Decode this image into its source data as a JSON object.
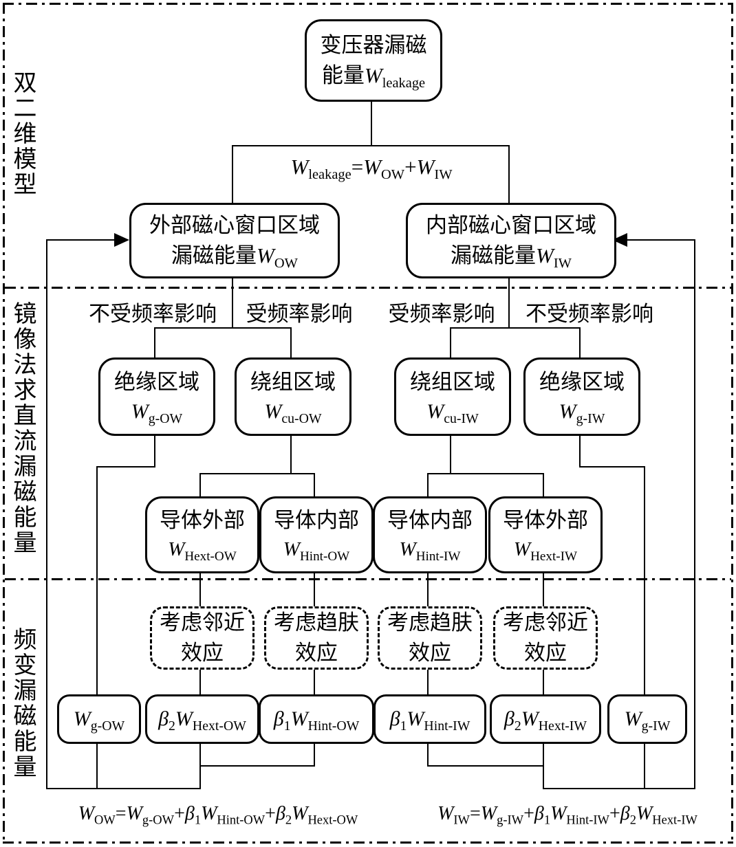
{
  "sections": {
    "model2d": "双二维模型",
    "mirror_dc": "镜像法求直流漏磁能量",
    "freq_var": "频变漏磁能量"
  },
  "nodes": {
    "leakage": {
      "line1": "变压器漏磁",
      "prefix2": "能量",
      "math": [
        [
          "i",
          "W"
        ],
        [
          "sub",
          "leakage"
        ]
      ]
    },
    "outer_window": {
      "line1": "外部磁心窗口区域",
      "prefix2": "漏磁能量",
      "math": [
        [
          "i",
          "W"
        ],
        [
          "sub",
          "OW"
        ]
      ]
    },
    "inner_window": {
      "line1": "内部磁心窗口区域",
      "prefix2": "漏磁能量",
      "math": [
        [
          "i",
          "W"
        ],
        [
          "sub",
          "IW"
        ]
      ]
    },
    "insulation_ow": {
      "line1": "绝缘区域",
      "math": [
        [
          "i",
          "W"
        ],
        [
          "sub",
          "g-OW"
        ]
      ]
    },
    "winding_ow": {
      "line1": "绕组区域",
      "math": [
        [
          "i",
          "W"
        ],
        [
          "sub",
          "cu-OW"
        ]
      ]
    },
    "winding_iw": {
      "line1": "绕组区域",
      "math": [
        [
          "i",
          "W"
        ],
        [
          "sub",
          "cu-IW"
        ]
      ]
    },
    "insulation_iw": {
      "line1": "绝缘区域",
      "math": [
        [
          "i",
          "W"
        ],
        [
          "sub",
          "g-IW"
        ]
      ]
    },
    "cond_ext_ow": {
      "line1": "导体外部",
      "math": [
        [
          "i",
          "W"
        ],
        [
          "sub",
          "Hext-OW"
        ]
      ]
    },
    "cond_int_ow": {
      "line1": "导体内部",
      "math": [
        [
          "i",
          "W"
        ],
        [
          "sub",
          "Hint-OW"
        ]
      ]
    },
    "cond_int_iw": {
      "line1": "导体内部",
      "math": [
        [
          "i",
          "W"
        ],
        [
          "sub",
          "Hint-IW"
        ]
      ]
    },
    "cond_ext_iw": {
      "line1": "导体外部",
      "math": [
        [
          "i",
          "W"
        ],
        [
          "sub",
          "Hext-IW"
        ]
      ]
    },
    "proximity_ow": {
      "line1": "考虑邻近",
      "line2": "效应"
    },
    "skin_ow": {
      "line1": "考虑趋肤",
      "line2": "效应"
    },
    "skin_iw": {
      "line1": "考虑趋肤",
      "line2": "效应"
    },
    "proximity_iw": {
      "line1": "考虑邻近",
      "line2": "效应"
    },
    "wg_ow": {
      "math": [
        [
          "i",
          "W"
        ],
        [
          "sub",
          "g-OW"
        ]
      ]
    },
    "b2w_hext_ow": {
      "math": [
        [
          "i",
          "β"
        ],
        [
          "sub",
          "2"
        ],
        [
          "i",
          "W"
        ],
        [
          "sub",
          "Hext-OW"
        ]
      ]
    },
    "b1w_hint_ow": {
      "math": [
        [
          "i",
          "β"
        ],
        [
          "sub",
          "1"
        ],
        [
          "i",
          "W"
        ],
        [
          "sub",
          "Hint-OW"
        ]
      ]
    },
    "b1w_hint_iw": {
      "math": [
        [
          "i",
          "β"
        ],
        [
          "sub",
          "1"
        ],
        [
          "i",
          "W"
        ],
        [
          "sub",
          "Hint-IW"
        ]
      ]
    },
    "b2w_hext_iw": {
      "math": [
        [
          "i",
          "β"
        ],
        [
          "sub",
          "2"
        ],
        [
          "i",
          "W"
        ],
        [
          "sub",
          "Hext-IW"
        ]
      ]
    },
    "wg_iw": {
      "math": [
        [
          "i",
          "W"
        ],
        [
          "sub",
          "g-IW"
        ]
      ]
    }
  },
  "branch_labels": {
    "ow_left": "不受频率影响",
    "ow_right": "受频率影响",
    "iw_left": "受频率影响",
    "iw_right": "不受频率影响"
  },
  "formulas": {
    "total": [
      [
        "i",
        "W"
      ],
      [
        "sub",
        "leakage"
      ],
      [
        "n",
        "="
      ],
      [
        "i",
        "W"
      ],
      [
        "sub",
        "OW"
      ],
      [
        "n",
        "+"
      ],
      [
        "i",
        "W"
      ],
      [
        "sub",
        "IW"
      ]
    ],
    "ow": [
      [
        "i",
        "W"
      ],
      [
        "sub",
        "OW"
      ],
      [
        "n",
        "="
      ],
      [
        "i",
        "W"
      ],
      [
        "sub",
        "g-OW"
      ],
      [
        "n",
        "+"
      ],
      [
        "i",
        "β"
      ],
      [
        "sub",
        "1"
      ],
      [
        "i",
        "W"
      ],
      [
        "sub",
        "Hint-OW"
      ],
      [
        "n",
        "+"
      ],
      [
        "i",
        "β"
      ],
      [
        "sub",
        "2"
      ],
      [
        "i",
        "W"
      ],
      [
        "sub",
        "Hext-OW"
      ]
    ],
    "iw": [
      [
        "i",
        "W"
      ],
      [
        "sub",
        "IW"
      ],
      [
        "n",
        "="
      ],
      [
        "i",
        "W"
      ],
      [
        "sub",
        "g-IW"
      ],
      [
        "n",
        "+"
      ],
      [
        "i",
        "β"
      ],
      [
        "sub",
        "1"
      ],
      [
        "i",
        "W"
      ],
      [
        "sub",
        "Hint-IW"
      ],
      [
        "n",
        "+"
      ],
      [
        "i",
        "β"
      ],
      [
        "sub",
        "2"
      ],
      [
        "i",
        "W"
      ],
      [
        "sub",
        "Hext-IW"
      ]
    ]
  },
  "colors": {
    "line": "#000000",
    "background": "#ffffff"
  }
}
